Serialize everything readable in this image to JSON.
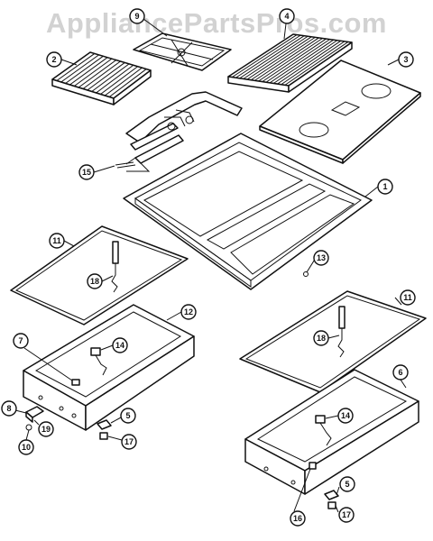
{
  "watermark": "AppliancePartsPros.com",
  "callouts": {
    "c9": "9",
    "c4": "4",
    "c2": "2",
    "c3": "3",
    "c15": "15",
    "c1": "1",
    "c11a": "11",
    "c11b": "11",
    "c13": "13",
    "c18a": "18",
    "c18b": "18",
    "c12": "12",
    "c7": "7",
    "c14a": "14",
    "c14b": "14",
    "c8": "8",
    "c19": "19",
    "c10": "10",
    "c5a": "5",
    "c5b": "5",
    "c17a": "17",
    "c17b": "17",
    "c6": "6",
    "c16": "16"
  },
  "colors": {
    "line": "#111111",
    "watermark": "#d2d2d2",
    "background": "#ffffff"
  }
}
